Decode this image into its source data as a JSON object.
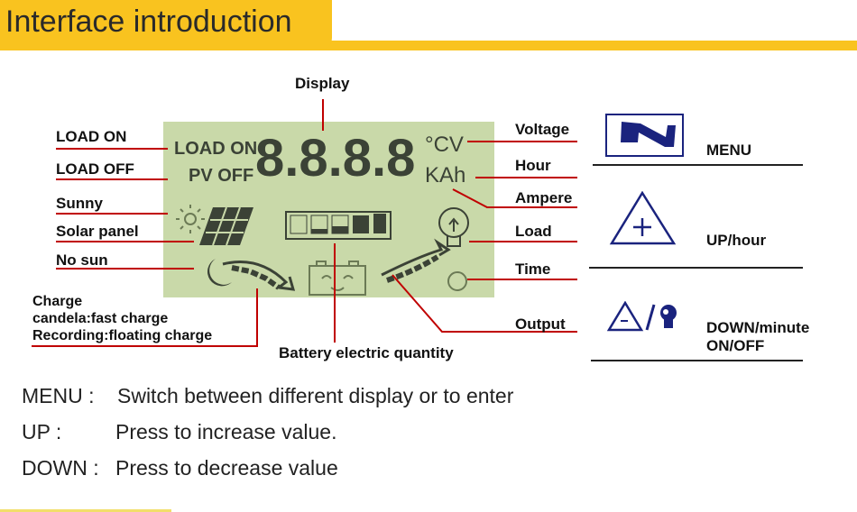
{
  "header": {
    "title": "Interface introduction"
  },
  "lcd": {
    "load_on": "LOAD ON",
    "pv_off": "PV OFF",
    "digits": "8.8.8.8",
    "unit_top": "°CV",
    "unit_bottom": "KAh"
  },
  "labels": {
    "display": "Display",
    "load_on": "LOAD ON",
    "load_off": "LOAD OFF",
    "sunny": "Sunny",
    "solar_panel": "Solar panel",
    "no_sun": "No sun",
    "charge": [
      "Charge",
      "candela:fast charge",
      "Recording:floating charge"
    ],
    "battery": "Battery electric quantity",
    "voltage": "Voltage",
    "hour": "Hour",
    "ampere": "Ampere",
    "load": "Load",
    "time": "Time",
    "output": "Output"
  },
  "buttons": [
    {
      "label": "MENU",
      "icon": "menu-n-icon"
    },
    {
      "label": "UP/hour",
      "icon": "triangle-plus-icon"
    },
    {
      "label": "DOWN/minute",
      "label2": "ON/OFF",
      "icon": "triangle-minus-bulb-icon"
    }
  ],
  "descriptions": [
    {
      "key": "MENU :",
      "text": "Switch between different display or to enter"
    },
    {
      "key": "UP :",
      "text": "Press to increase value."
    },
    {
      "key": "DOWN :",
      "text": "Press to decrease value"
    }
  ],
  "colors": {
    "accent": "#f9c31f",
    "callout": "#c00000",
    "button_icon": "#1a237e",
    "lcd": "#c9d9a9"
  }
}
